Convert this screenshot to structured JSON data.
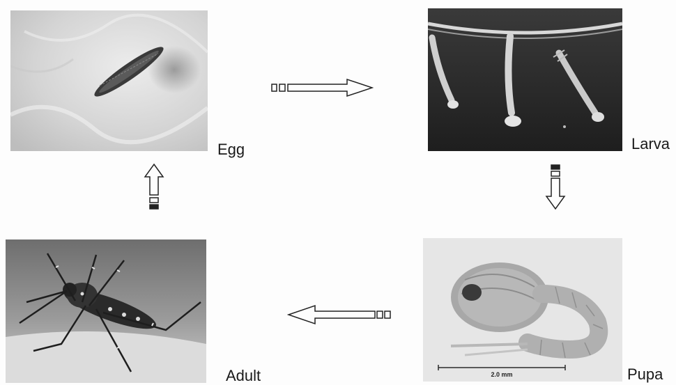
{
  "stages": {
    "egg": {
      "label": "Egg"
    },
    "larva": {
      "label": "Larva"
    },
    "pupa": {
      "label": "Pupa",
      "scale_bar": "2.0 mm"
    },
    "adult": {
      "label": "Adult"
    }
  },
  "colors": {
    "egg_bg": "#d9d9d9",
    "larva_bg": "#2a2a2a",
    "pupa_bg": "#e6e6e6",
    "adult_bg": "#8a8a8a",
    "arrow_stroke": "#222222"
  },
  "icons": {
    "cycle_arrows": "hollow-block-arrow"
  }
}
